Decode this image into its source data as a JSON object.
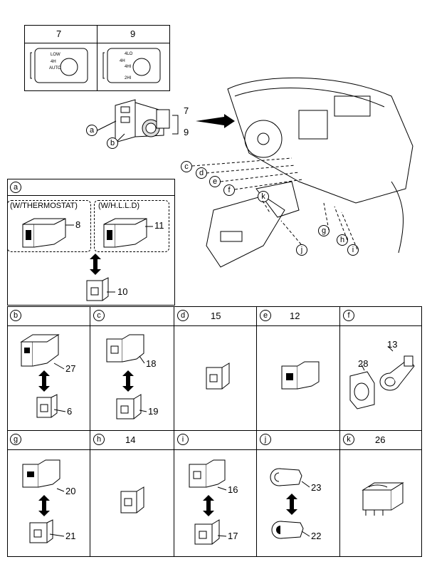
{
  "inset_7_9": {
    "left_number": "7",
    "right_number": "9",
    "left_texts": [
      "LOW",
      "4H",
      "AUTO"
    ],
    "right_texts": [
      "4LO",
      "4H",
      "4HI",
      "2HI"
    ]
  },
  "main": {
    "switch_module_letter": "a",
    "switch_module_letter_b": "b",
    "callout_7": "7",
    "callout_9": "9",
    "dash_letters": [
      "c",
      "d",
      "e",
      "f",
      "k",
      "g",
      "h",
      "i",
      "j"
    ]
  },
  "panels": {
    "a": {
      "letter": "a",
      "group1_label": "(W/THERMOSTAT)",
      "group2_label": "(W/H.L.L.D)",
      "part_8": "8",
      "part_11": "11",
      "part_10": "10"
    },
    "b": {
      "letter": "b",
      "part_top": "27",
      "part_bottom": "6"
    },
    "c": {
      "letter": "c",
      "part_top": "18",
      "part_bottom": "19"
    },
    "d": {
      "letter": "d",
      "header_num": "15"
    },
    "e": {
      "letter": "e",
      "header_num": "12"
    },
    "f": {
      "letter": "f",
      "part_13": "13",
      "part_28": "28"
    },
    "g": {
      "letter": "g",
      "part_top": "20",
      "part_bottom": "21"
    },
    "h": {
      "letter": "h",
      "header_num": "14"
    },
    "i": {
      "letter": "i",
      "part_top": "16",
      "part_bottom": "17"
    },
    "j": {
      "letter": "j",
      "part_top": "23",
      "part_bottom": "22"
    },
    "k": {
      "letter": "k",
      "header_num": "26"
    }
  }
}
